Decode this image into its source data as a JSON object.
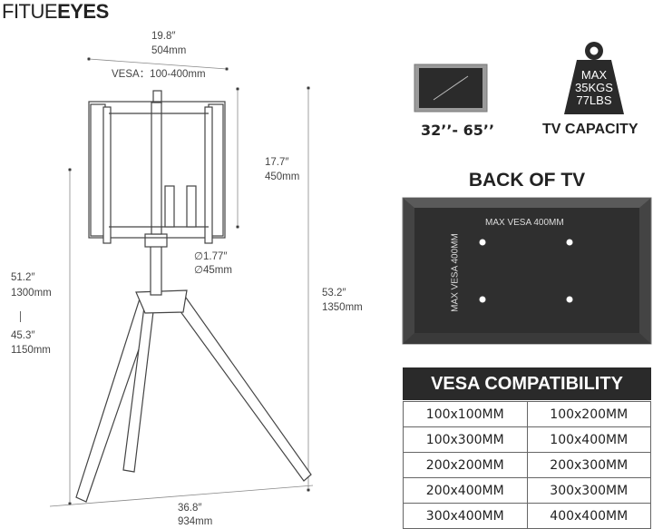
{
  "brand": {
    "part1": "FITUE",
    "part2": "EYES"
  },
  "dims": {
    "width_in": "19.8″",
    "width_mm": "504mm",
    "vesa": "VESA：100-400mm",
    "frame_h_in": "17.7″",
    "frame_h_mm": "450mm",
    "pole_in": "∅1.77″",
    "pole_mm": "∅45mm",
    "h1_in": "51.2″",
    "h1_mm": "1300mm",
    "h2_in": "45.3″",
    "h2_mm": "1150mm",
    "total_in": "53.2″",
    "total_mm": "1350mm",
    "base_in": "36.8″",
    "base_mm": "934mm"
  },
  "tv": {
    "size_range": "32’’- 65’’"
  },
  "capacity": {
    "line1": "MAX",
    "line2": "35KGS",
    "line3": "77LBS",
    "label": "TV CAPACITY"
  },
  "back": {
    "title": "BACK OF TV",
    "h_label": "MAX VESA 400MM",
    "v_label": "MAX VESA 400MM"
  },
  "vesa_table": {
    "title": "VESA COMPATIBILITY",
    "rows": [
      [
        "100x100MM",
        "100x200MM"
      ],
      [
        "100x300MM",
        "100x400MM"
      ],
      [
        "200x200MM",
        "200x300MM"
      ],
      [
        "200x400MM",
        "300x300MM"
      ],
      [
        "300x400MM",
        "400x400MM"
      ]
    ]
  }
}
